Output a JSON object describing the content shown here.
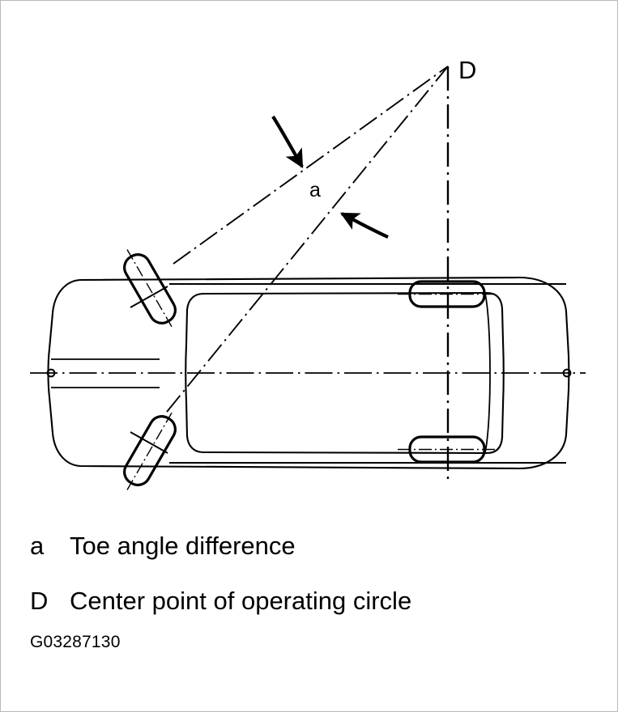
{
  "figure": {
    "code": "G03287130",
    "title_labels": {
      "point_d": "D",
      "angle_a": "a"
    }
  },
  "legend": {
    "rows": [
      {
        "key": "a",
        "description": "Toe angle difference"
      },
      {
        "key": "D",
        "description": "Center point of operating circle"
      }
    ]
  },
  "colors": {
    "background": "#ffffff",
    "line": "#000000",
    "text": "#000000",
    "centerline": "#000000"
  },
  "diagram": {
    "type": "technical-line-drawing",
    "subject": "vehicle-top-view-steering-geometry",
    "elements": [
      "car-body-outline",
      "cabin-outline",
      "front-left-wheel-steered",
      "front-right-wheel-steered",
      "rear-left-wheel",
      "rear-right-wheel",
      "longitudinal-centerline",
      "rear-axle-centerline",
      "front-left-steer-axis-line",
      "front-right-steer-axis-line",
      "angle-indicator-arrow-upper",
      "angle-indicator-arrow-lower"
    ],
    "center_point_label": "D",
    "angle_label": "a"
  }
}
